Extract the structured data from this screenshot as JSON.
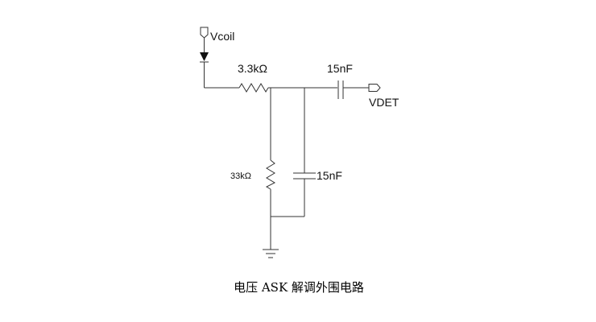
{
  "diagram": {
    "ports": {
      "input": "Vcoil",
      "output": "VDET"
    },
    "components": {
      "r_series": "3.3kΩ",
      "c_series": "15nF",
      "r_shunt": "33kΩ",
      "c_shunt": "15nF"
    },
    "caption": "电压 ASK 解调外围电路"
  }
}
